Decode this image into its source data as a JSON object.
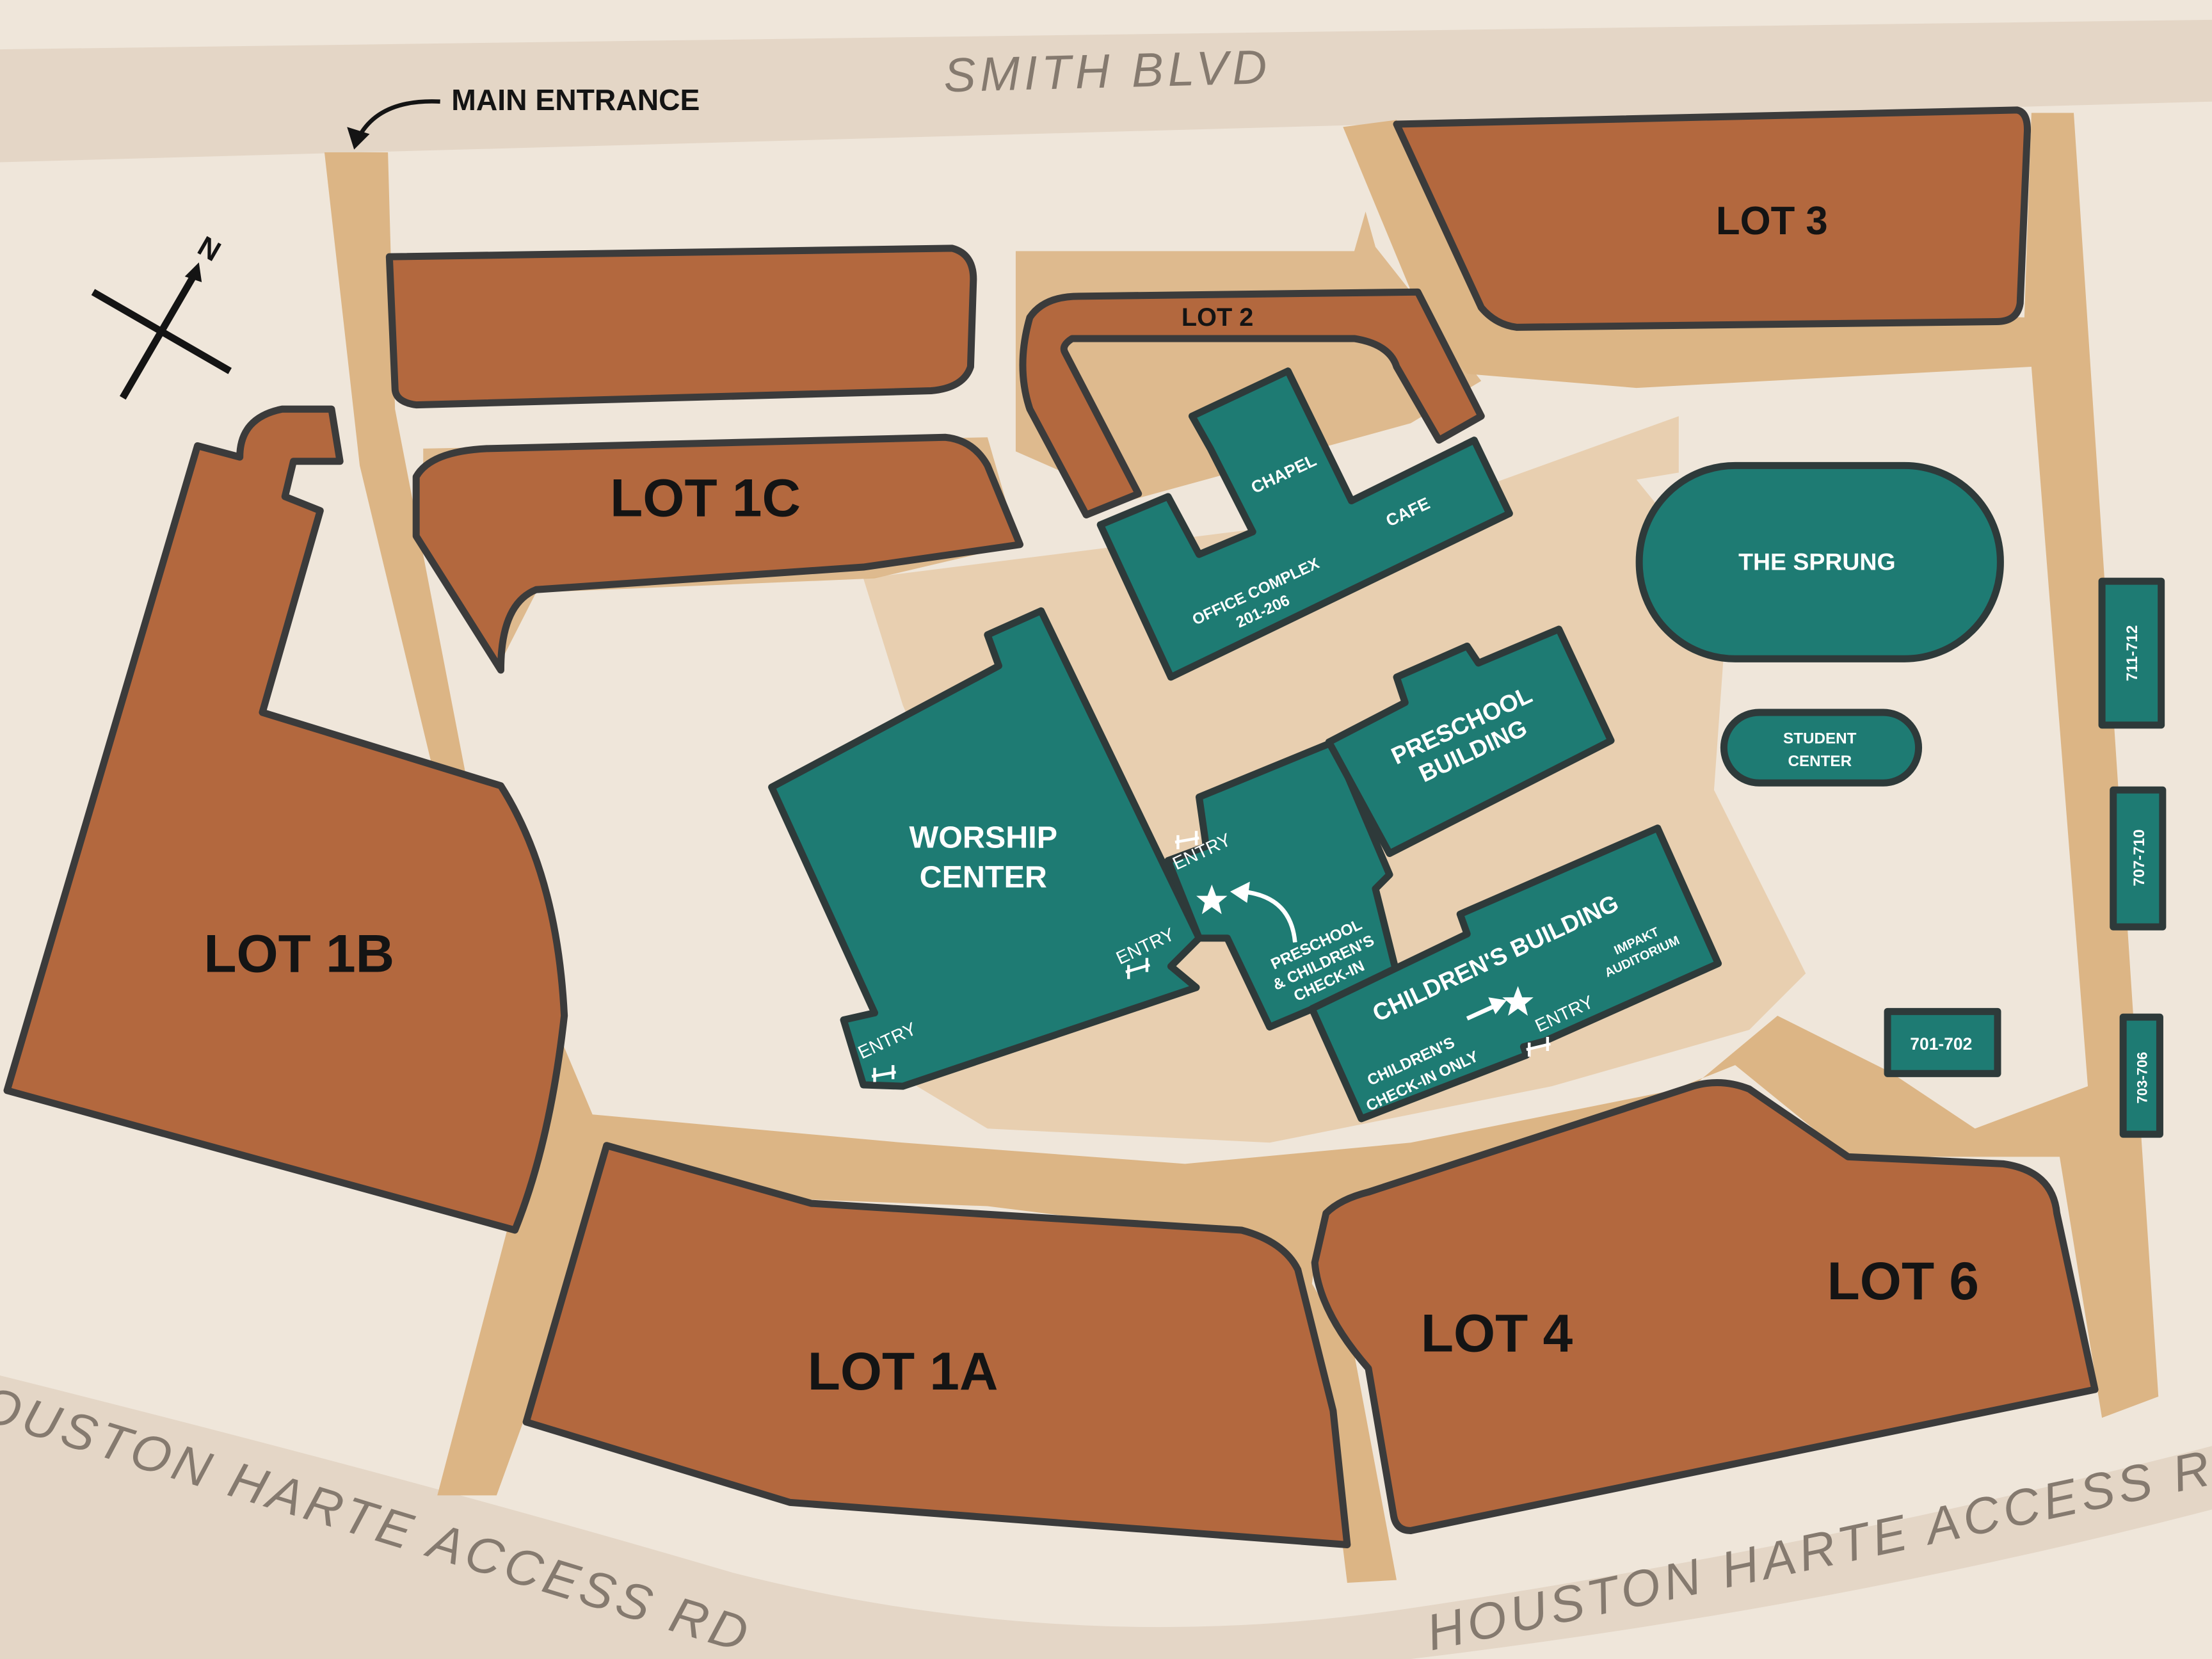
{
  "streets": {
    "north": "SMITH BLVD",
    "south_west": "HOUSTON HARTE ACCESS RD",
    "south_east": "HOUSTON HARTE ACCESS RD"
  },
  "main_entrance": "MAIN ENTRANCE",
  "north_arrow": "N",
  "lots": {
    "lot_1a": "LOT 1A",
    "lot_1b": "LOT 1B",
    "lot_1c": "LOT 1C",
    "lot_2": "LOT 2",
    "lot_3": "LOT 3",
    "lot_4": "LOT 4",
    "lot_6": "LOT 6"
  },
  "buildings": {
    "worship_center": [
      "WORSHIP",
      "CENTER"
    ],
    "chapel": "CHAPEL",
    "cafe": "CAFE",
    "office_complex": [
      "OFFICE COMPLEX",
      "201-206"
    ],
    "preschool": [
      "PRESCHOOL",
      "BUILDING"
    ],
    "childrens": "CHILDREN'S BUILDING",
    "impakt": [
      "IMPAKT",
      "AUDITORIUM"
    ],
    "the_sprung": "THE SPRUNG",
    "student_center": [
      "STUDENT",
      "CENTER"
    ],
    "rooms_711_712": "711-712",
    "rooms_707_710": "707-710",
    "rooms_701_702": "701-702",
    "rooms_703_706": "703-706"
  },
  "entries": {
    "entry_label": "ENTRY"
  },
  "checkins": {
    "preschool_childrens": [
      "PRESCHOOL",
      "& CHILDREN'S",
      "CHECK-IN"
    ],
    "childrens_only": [
      "CHILDREN'S",
      "CHECK-IN ONLY"
    ]
  },
  "colors": {
    "lot": "#b3683e",
    "building": "#1e7b73",
    "drive": "#dcb585",
    "walkway": "#e8cfb0",
    "background": "#efe6da"
  }
}
